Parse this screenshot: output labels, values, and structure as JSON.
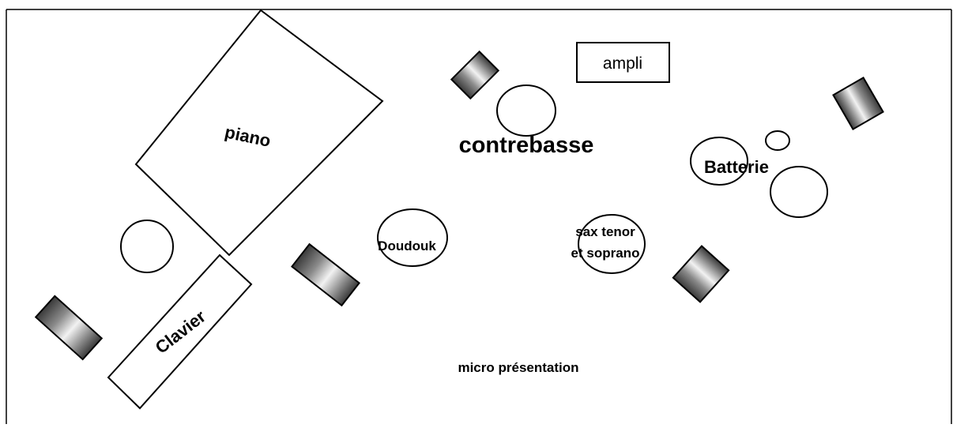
{
  "labels": {
    "piano": "piano",
    "clavier": "Clavier",
    "ampli": "ampli",
    "contrebasse": "contrebasse",
    "batterie": "Batterie",
    "doudouk": "Doudouk",
    "sax_line1": "sax tenor",
    "sax_line2": "et soprano",
    "micro_presentation": "micro présentation"
  },
  "colors": {
    "stroke": "#000000",
    "background": "#ffffff",
    "speaker_dark": "#3a3a3a",
    "speaker_light": "#f2f2f2"
  }
}
